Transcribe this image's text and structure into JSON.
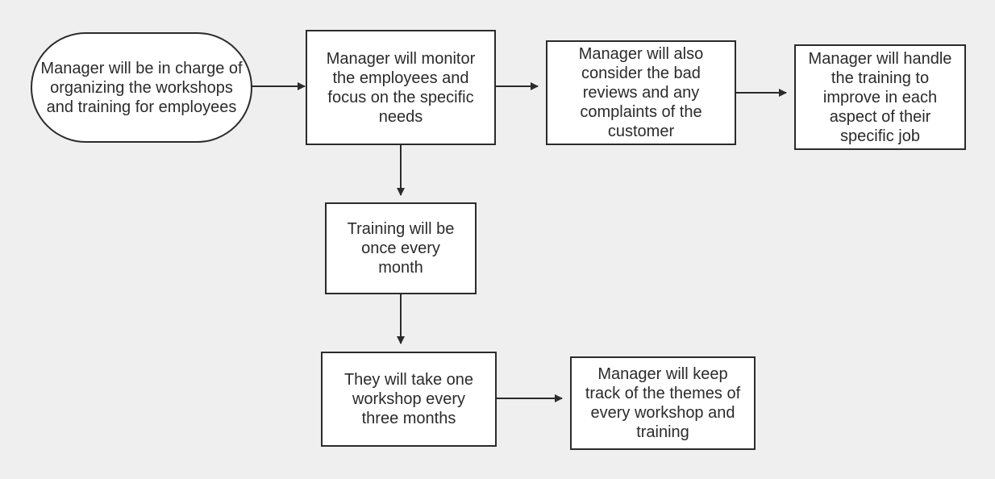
{
  "diagram": {
    "nodes": [
      {
        "id": "start",
        "shape": "terminal",
        "text": "Manager will be in charge of organizing the workshops and training for employees"
      },
      {
        "id": "monitor",
        "shape": "process",
        "text": "Manager will monitor the employees and focus on the specific needs"
      },
      {
        "id": "reviews",
        "shape": "process",
        "text": "Manager will also consider the bad reviews and any complaints of the customer"
      },
      {
        "id": "handle",
        "shape": "process",
        "text": "Manager will handle the training to improve in each aspect of their specific job"
      },
      {
        "id": "monthly",
        "shape": "process",
        "text": "Training will be once every month"
      },
      {
        "id": "quarterly",
        "shape": "process",
        "text": "They will take one workshop every three months"
      },
      {
        "id": "track",
        "shape": "process",
        "text": "Manager will keep track of the themes of every workshop and training"
      }
    ],
    "edges": [
      {
        "from": "start",
        "to": "monitor"
      },
      {
        "from": "monitor",
        "to": "reviews"
      },
      {
        "from": "reviews",
        "to": "handle"
      },
      {
        "from": "monitor",
        "to": "monthly"
      },
      {
        "from": "monthly",
        "to": "quarterly"
      },
      {
        "from": "quarterly",
        "to": "track"
      }
    ],
    "colors": {
      "background": "#efefef",
      "node_fill": "#ffffff",
      "stroke": "#2b2b2b",
      "text": "#2b2b2b"
    }
  }
}
